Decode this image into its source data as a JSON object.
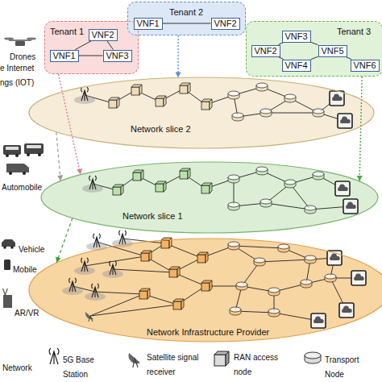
{
  "diagram": {
    "nodes": [
      {
        "text": [
          "Tenant 1"
        ]
      },
      {
        "text": [
          "VNF1"
        ],
        "in": 0
      },
      {
        "text": [
          "VNF2"
        ],
        "in": 0
      },
      {
        "text": [
          "VNF3"
        ],
        "in": 0
      },
      {
        "text": [
          "Tenant 2"
        ]
      },
      {
        "text": [
          "VNF1"
        ],
        "in": 4
      },
      {
        "text": [
          "VNF2"
        ],
        "in": 4
      },
      {
        "text": [
          "Tenant 3"
        ]
      },
      {
        "text": [
          "VNF3"
        ],
        "in": 7
      },
      {
        "text": [
          "VNF2"
        ],
        "in": 7
      },
      {
        "text": [
          "VNF4"
        ],
        "in": 7
      },
      {
        "text": [
          "VNF5"
        ],
        "in": 7
      },
      {
        "text": [
          "VNF6"
        ],
        "in": 7
      },
      {
        "text": [
          "Network slice 2"
        ]
      },
      {
        "text": [
          "Network slice 1"
        ]
      },
      {
        "text": [
          "Network Infrastructure Provider"
        ]
      }
    ],
    "edges": [
      {
        "from": 1,
        "to": 2,
        "arrow": "none"
      },
      {
        "from": 1,
        "to": 3,
        "arrow": "none"
      },
      {
        "from": 2,
        "to": 3,
        "arrow": "none"
      },
      {
        "from": 5,
        "to": 6,
        "arrow": "none"
      },
      {
        "from": 9,
        "to": 8,
        "arrow": "none"
      },
      {
        "from": 9,
        "to": 10,
        "arrow": "none"
      },
      {
        "from": 8,
        "to": 11,
        "arrow": "none"
      },
      {
        "from": 10,
        "to": 11,
        "arrow": "none"
      },
      {
        "from": 11,
        "to": 12,
        "arrow": "none"
      },
      {
        "from": 0,
        "to": 14,
        "arrow": "to"
      },
      {
        "from": 4,
        "to": 13,
        "arrow": "to"
      },
      {
        "from": 7,
        "to": 14,
        "arrow": "to"
      },
      {
        "from": 13,
        "to": 14,
        "arrow": "to"
      },
      {
        "from": 14,
        "to": 15,
        "arrow": "to"
      }
    ],
    "labels": [
      "Drones",
      "e Internet ngs (IOT)",
      "Automobile",
      "Vehicle",
      "Mobile",
      "V",
      "AR/VR"
    ],
    "legend": [
      {
        "text": "Network"
      },
      {
        "text": "5G Base Station"
      },
      {
        "text": "Satellite signal receiver"
      },
      {
        "text": "RAN access node"
      },
      {
        "text": "Transport Node"
      }
    ]
  }
}
